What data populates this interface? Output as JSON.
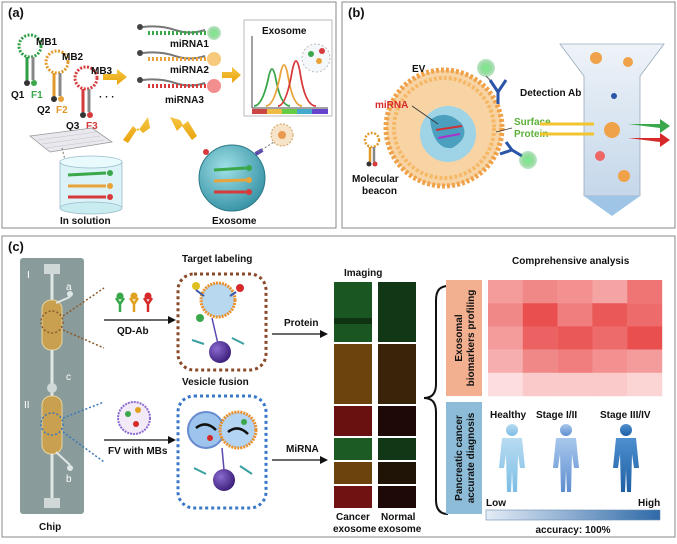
{
  "panel_a": {
    "label": "(a)",
    "beacons": [
      {
        "name": "MB1",
        "quencher": "Q1",
        "fluor": "F1",
        "color": "#3aa84a"
      },
      {
        "name": "MB2",
        "quencher": "Q2",
        "fluor": "F2",
        "color": "#e8a33a"
      },
      {
        "name": "MB3",
        "quencher": "Q3",
        "fluor": "F3",
        "color": "#d63a3a"
      }
    ],
    "ellipsis": "· · ·",
    "mirnas": [
      "miRNA1",
      "miRNA2",
      "miRNA3"
    ],
    "exosome_title": "Exosome",
    "in_solution": "In solution",
    "exosome_label": "Exosome"
  },
  "panel_b": {
    "label": "(b)",
    "mirna": "miRNA",
    "ev": "EV",
    "detection_ab": "Detection Ab",
    "surface_line1": "Surface",
    "surface_line2": "Protein",
    "beacon_line1": "Molecular",
    "beacon_line2": "beacon"
  },
  "panel_c": {
    "label": "(c)",
    "chip": {
      "title": "Chip",
      "roman1": "I",
      "roman2": "II",
      "a": "a",
      "b": "b",
      "c": "c"
    },
    "target_labeling": "Target labeling",
    "qd_ab": "QD-Ab",
    "vesicle_fusion": "Vesicle fusion",
    "fv_mbs": "FV with MBs",
    "protein": "Protein",
    "mirna": "MiRNA",
    "imaging": "Imaging",
    "cancer_line1": "Cancer",
    "cancer_line2": "exosome",
    "normal_line1": "Normal",
    "normal_line2": "exosome",
    "comprehensive": "Comprehensive analysis",
    "profiling_line1": "Exosomal",
    "profiling_line2": "biomarkers profiling",
    "diagnosis_line1": "Pancreatic cancer",
    "diagnosis_line2": "accurate diagnosis",
    "stages": [
      "Healthy",
      "Stage I/II",
      "Stage III/IV"
    ],
    "low": "Low",
    "high": "High",
    "accuracy": "accuracy: 100%",
    "heatmap": [
      [
        0.45,
        0.55,
        0.5,
        0.4,
        0.65
      ],
      [
        0.55,
        0.85,
        0.6,
        0.8,
        0.7
      ],
      [
        0.45,
        0.75,
        0.8,
        0.7,
        0.85
      ],
      [
        0.35,
        0.55,
        0.6,
        0.5,
        0.45
      ],
      [
        0.1,
        0.2,
        0.2,
        0.2,
        0.15
      ]
    ]
  }
}
